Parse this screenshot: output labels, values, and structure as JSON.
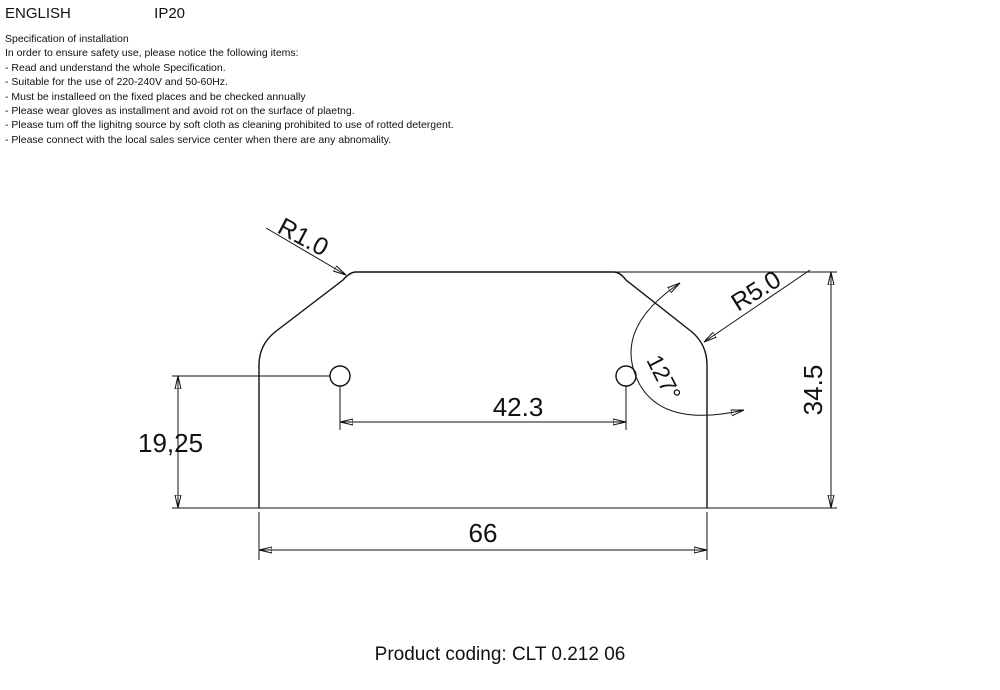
{
  "header": {
    "language": "ENGLISH",
    "ip_rating": "IP20"
  },
  "instructions": {
    "title": "Specification of installation",
    "intro": "In order to ensure safety use, please notice the following items:",
    "items": [
      "- Read and understand the whole Specification.",
      "- Suitable for the use of 220-240V and 50-60Hz.",
      "- Must be installeed on the fixed places and be checked annually",
      "- Please wear gloves as installment and avoid rot on the surface of plaetng.",
      "- Please tum off the lighitng source by soft cloth as cleaning prohibited to use of rotted detergent.",
      "- Please connect with the local sales service center when there are any abnomality."
    ]
  },
  "drawing": {
    "radius_small": "R1.0",
    "radius_large": "R5.0",
    "angle": "127°",
    "hole_spacing": "42.3",
    "hole_height": "19,25",
    "width": "66",
    "height": "34.5"
  },
  "footer": {
    "product_coding": "Product coding: CLT 0.212 06"
  }
}
